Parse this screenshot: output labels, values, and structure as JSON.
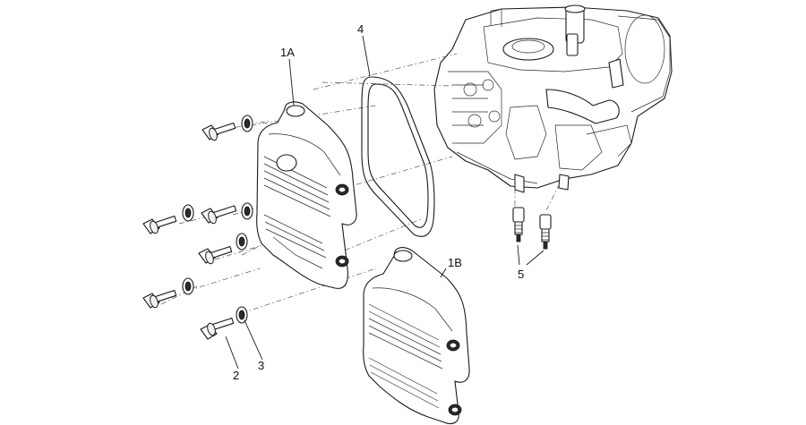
{
  "callouts": {
    "c1a": "1A",
    "c1b": "1B",
    "c2": "2",
    "c3": "3",
    "c4": "4",
    "c5": "5"
  }
}
